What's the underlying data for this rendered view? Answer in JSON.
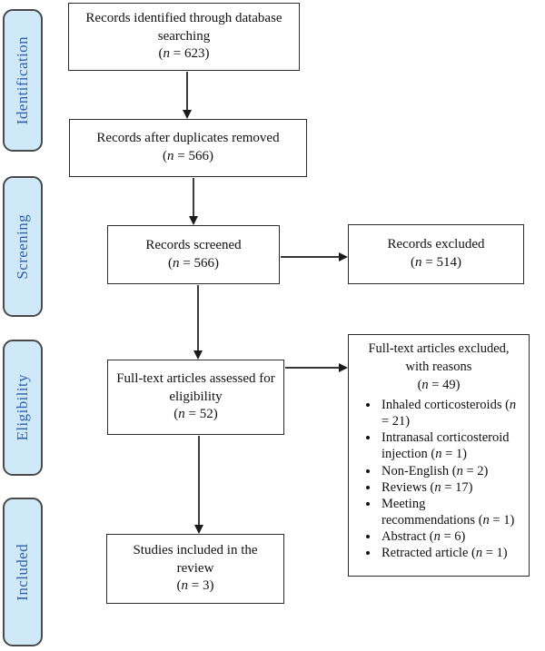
{
  "palette": {
    "stage_fill": "#cfe9f8",
    "stage_border": "#4a4a4a",
    "stage_text": "#2f5fae",
    "box_border": "#2b2b2b",
    "arrow": "#1a1a1a"
  },
  "stages": [
    {
      "label": "Identification"
    },
    {
      "label": "Screening"
    },
    {
      "label": "Eligibility"
    },
    {
      "label": "Included"
    }
  ],
  "boxes": {
    "identified": {
      "text": "Records identified through database searching",
      "n": "(n = 623)"
    },
    "duplicates": {
      "text": "Records after duplicates removed",
      "n": "(n = 566)"
    },
    "screened": {
      "text": "Records screened",
      "n": "(n = 566)"
    },
    "excluded": {
      "text": "Records excluded",
      "n": "(n = 514)"
    },
    "fulltext": {
      "text": "Full-text articles assessed for eligibility",
      "n": "(n = 52)"
    },
    "included": {
      "text": "Studies included in the review",
      "n": "(n = 3)"
    }
  },
  "fulltext_excluded": {
    "title": "Full-text articles excluded, with reasons",
    "n": "(n = 49)",
    "reasons": [
      "Inhaled corticosteroids (n = 21)",
      "Intranasal corticosteroid injection (n = 1)",
      "Non-English (n = 2)",
      "Reviews (n = 17)",
      "Meeting recommendations (n = 1)",
      "Abstract (n = 6)",
      "Retracted article (n = 1)"
    ]
  }
}
